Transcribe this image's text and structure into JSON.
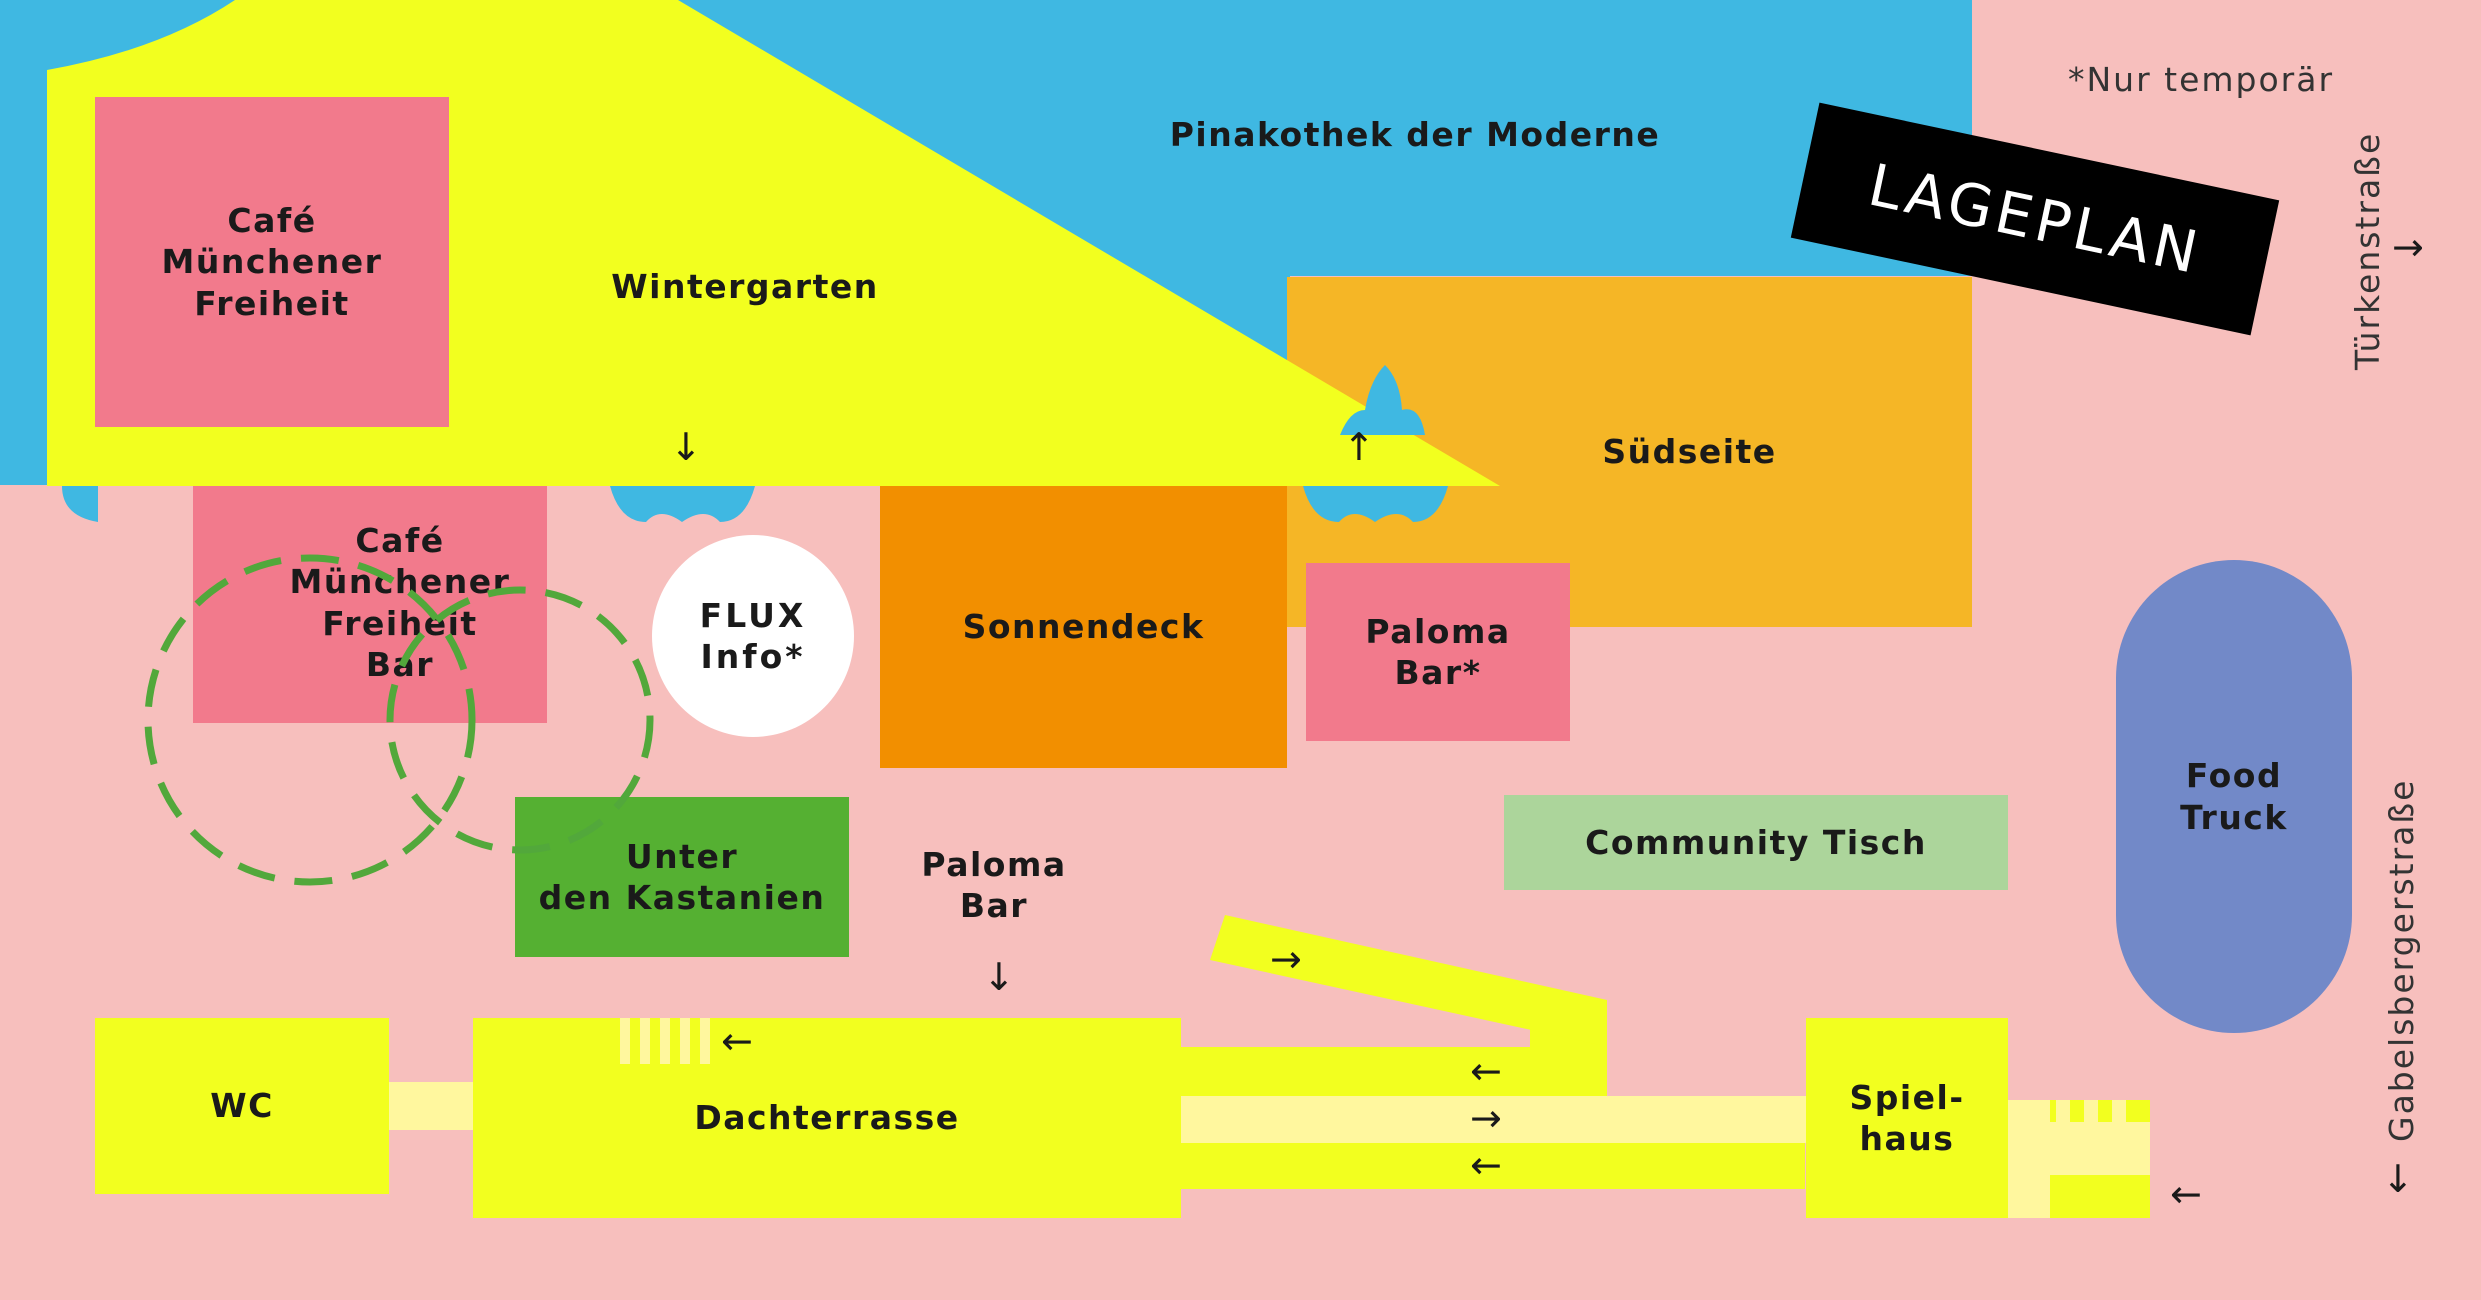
{
  "title": "LAGEPLAN",
  "note": "*Nur temporär",
  "colors": {
    "background": "#f7bfbd",
    "sky": "#3fb8e2",
    "yellow": "#f2ff1f",
    "light_yellow": "#fff79e",
    "pink": "#f27a8c",
    "orange": "#f28f00",
    "amber": "#f5b626",
    "green": "#55b032",
    "light_green": "#acd59b",
    "purple": "#7289c8",
    "white": "#ffffff",
    "black": "#000000",
    "dashed_green": "#52a83b"
  },
  "areas": {
    "pinakothek": "Pinakothek der Moderne",
    "wintergarten": "Wintergarten",
    "cafe_muenchener_freiheit": "Café\nMünchener\nFreiheit",
    "cafe_muenchener_freiheit_bar": "Café\nMünchener\nFreiheit\nBar",
    "flux_info": "FLUX\nInfo*",
    "sonnendeck": "Sonnendeck",
    "suedseite": "Südseite",
    "paloma_bar_temp": "Paloma\nBar*",
    "unter_den_kastanien": "Unter\nden Kastanien",
    "paloma_bar": "Paloma\nBar",
    "community_tisch": "Community Tisch",
    "food_truck": "Food\nTruck",
    "wc": "WC",
    "dachterrasse": "Dachterrasse",
    "spielhaus": "Spiel-\nhaus"
  },
  "streets": {
    "tuerkenstrasse": "Türkenstraße",
    "gabelsbergerstrasse": "Gabelsbergerstraße"
  },
  "icons": {
    "arrow_down": "↓",
    "arrow_up": "↑",
    "arrow_left": "←",
    "arrow_right": "→",
    "tree_icon": "tree-icon",
    "stairs_icon": "stairs-icon"
  }
}
